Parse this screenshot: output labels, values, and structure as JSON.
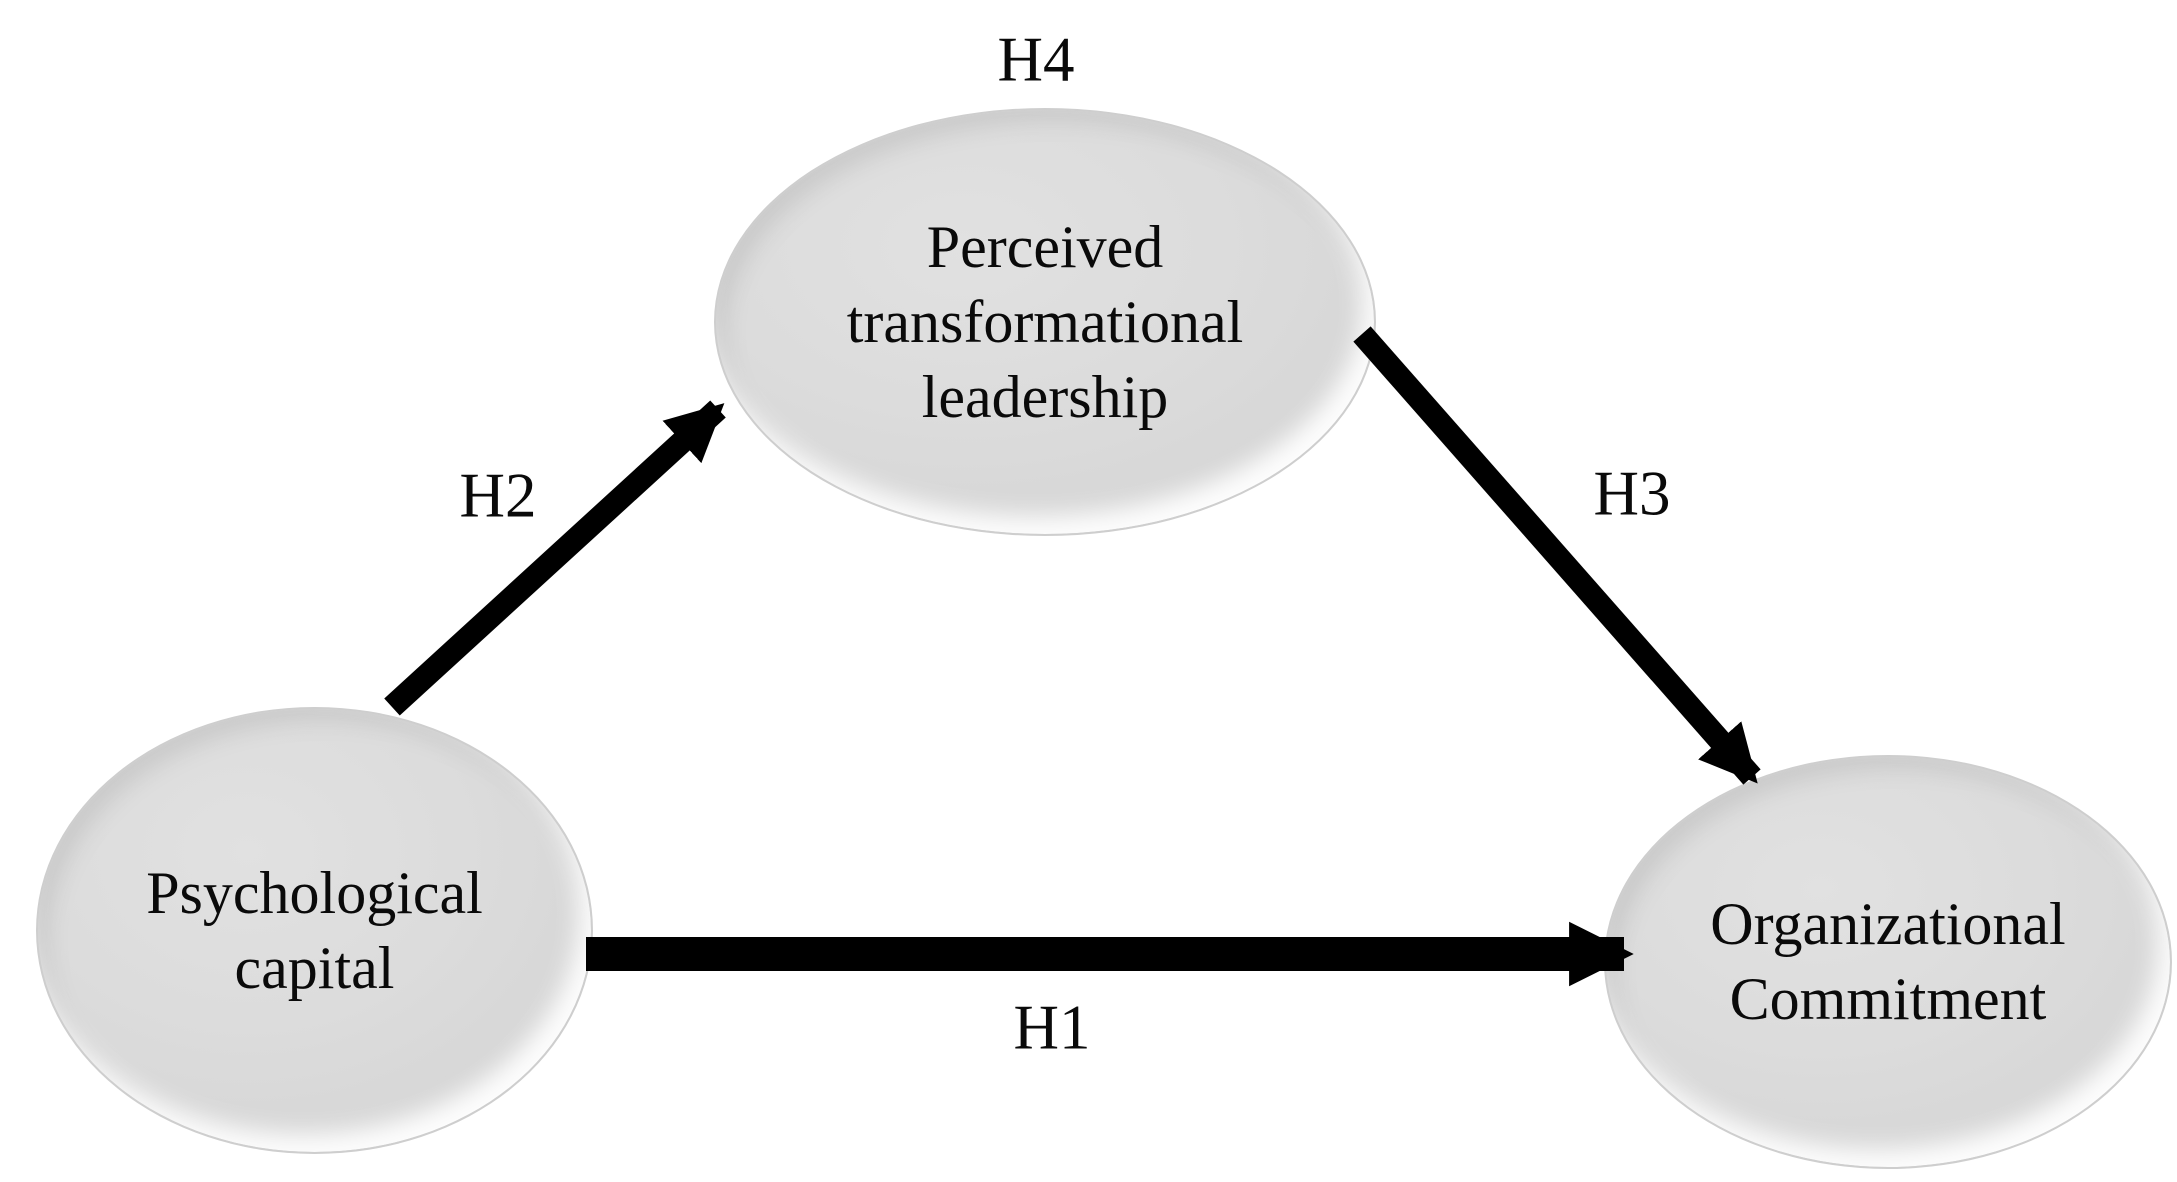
{
  "diagram": {
    "type": "mediation-model",
    "background": "#ffffff",
    "nodes": [
      {
        "id": "psychological-capital",
        "label": "Psychological capital",
        "shape": "ellipse",
        "fill": "#dcdcdc"
      },
      {
        "id": "perceived-transformational-leadership",
        "label": "Perceived transformational leadership",
        "shape": "ellipse",
        "fill": "#dcdcdc"
      },
      {
        "id": "organizational-commitment",
        "label": "Organizational Commitment",
        "shape": "ellipse",
        "fill": "#dcdcdc"
      }
    ],
    "edges": [
      {
        "id": "H1",
        "label": "H1",
        "type": "arrow",
        "from": "psychological-capital",
        "to": "organizational-commitment"
      },
      {
        "id": "H2",
        "label": "H2",
        "type": "arrow",
        "from": "psychological-capital",
        "to": "perceived-transformational-leadership"
      },
      {
        "id": "H3",
        "label": "H3",
        "type": "arrow",
        "from": "perceived-transformational-leadership",
        "to": "organizational-commitment"
      },
      {
        "id": "H4",
        "label": "H4",
        "type": "caption",
        "above_node": "perceived-transformational-leadership"
      }
    ],
    "colors": {
      "node_fill": "#dcdcdc",
      "node_border": "#cecece",
      "arrow": "#000000",
      "text": "#000000",
      "background": "#ffffff"
    }
  }
}
